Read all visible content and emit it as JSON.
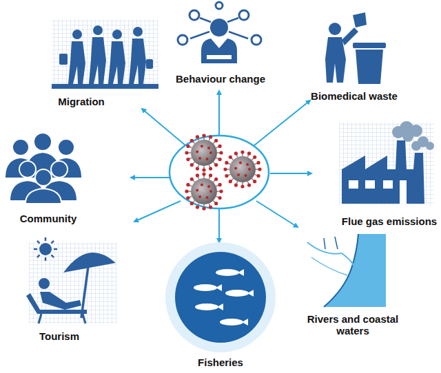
{
  "diagram": {
    "labels": [
      "Behaviour change",
      "Migration",
      "Biomedical waste",
      "Community",
      "Flue gas emissions",
      "Tourism",
      "Fisheries",
      "Rivers and coastal waters"
    ]
  }
}
